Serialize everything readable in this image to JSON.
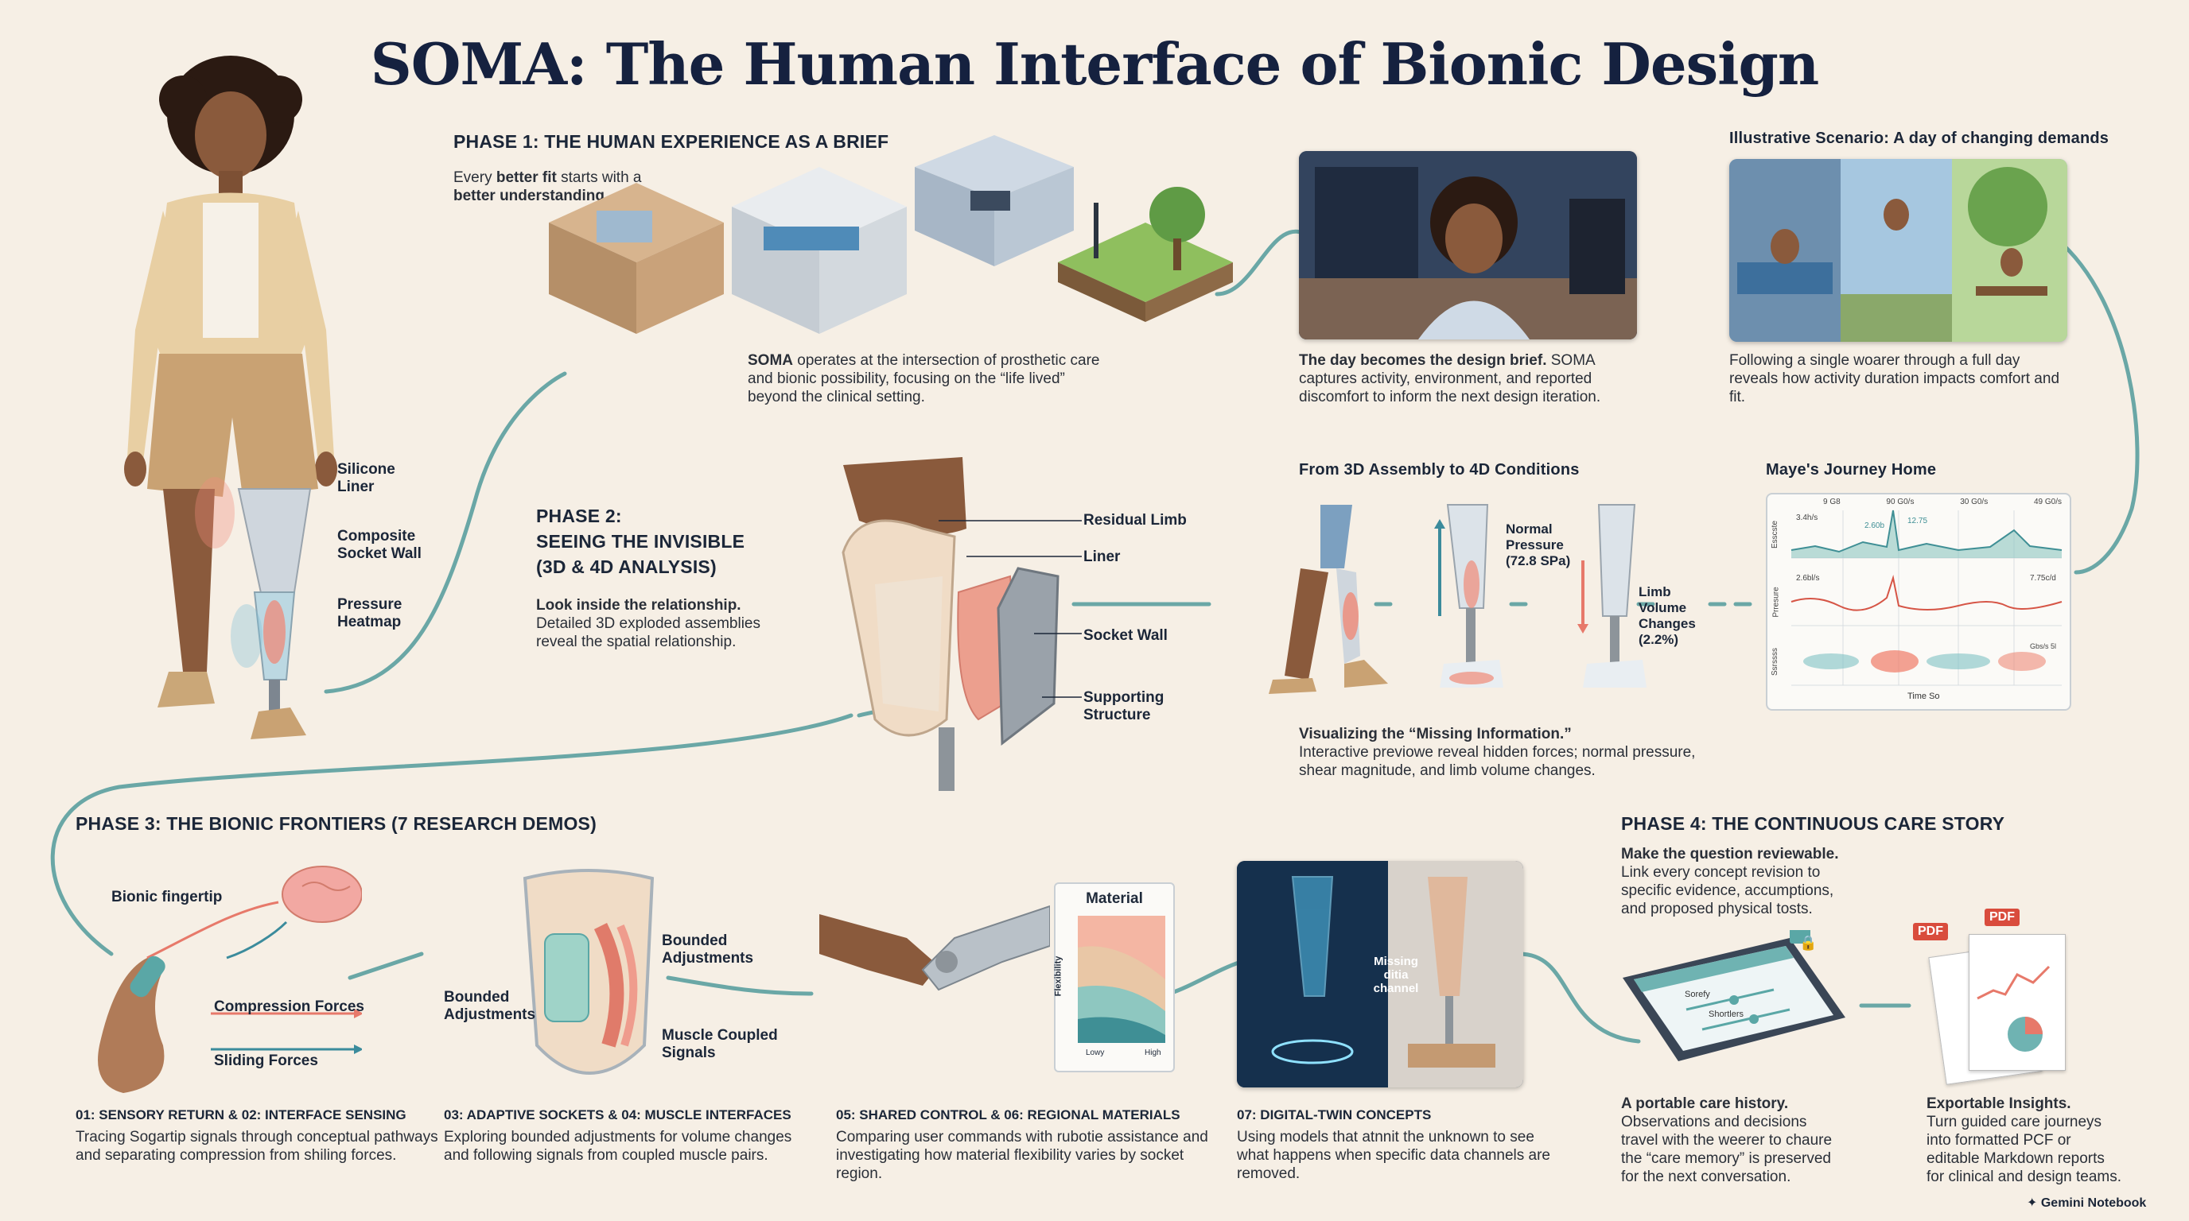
{
  "title": "SOMA: The Human Interface of Bionic Design",
  "phase1": {
    "heading": "PHASE 1: THE HUMAN EXPERIENCE AS A BRIEF",
    "intro_pre": "Every ",
    "intro_bold1": "better fit",
    "intro_mid": " starts with a",
    "intro_bold2": "better understanding.",
    "soma_bold": "SOMA",
    "soma_text": " operates at the intersection of prosthetic care and bionic possibility, focusing on the “life lived” beyond the clinical setting.",
    "day_bold": "The day becomes the design brief.",
    "day_text": " SOMA captures activity, environment, and reported discomfort to inform the next design iteration.",
    "scenario_heading": "Illustrative Scenario: A day of changing demands",
    "scenario_text": "Following a single woarer through a full day reveals how activity duration impacts comfort and fit."
  },
  "figure_labels": {
    "silicone": "Silicone Liner",
    "composite": "Composite Socket Wall",
    "heatmap": "Pressure Heatmap"
  },
  "phase2": {
    "heading_line1": "PHASE 2:",
    "heading_line2": "SEEING THE INVISIBLE",
    "heading_line3": "(3D & 4D ANALYSIS)",
    "look_bold": "Look inside the relationship.",
    "look_text": "Detailed 3D exploded assemblies reveal the spatial relationship.",
    "labels": {
      "residual": "Residual Limb",
      "liner": "Liner",
      "socket": "Socket Wall",
      "supporting": "Supporting Structure"
    },
    "assembly_heading": "From 3D Assembly to 4D Conditions",
    "normal_pressure": "Normal Pressure (72.8 SPa)",
    "limb_volume": "Limb Volume Changes (2.2%)",
    "missing_bold": "Visualizing the “Missing Information.”",
    "missing_text": "Interactive previowe reveal hidden forces; normal pressure, shear magnitude, and limb volume changes.",
    "journey_heading": "Maye's Journey Home",
    "journey_chart": {
      "top_ticks": [
        "9 G8",
        "90 G0/s",
        "30 G0/s",
        "49 G0/s"
      ],
      "row_labels": [
        "Esscste",
        "Prresure",
        "Ssrssss"
      ],
      "annotations": [
        "3.4h/s",
        "2.60b",
        "12.75",
        "2.6bl/s",
        "7.75c/d",
        "Gbs/s 5l"
      ],
      "x_label": "Time So"
    }
  },
  "phase3": {
    "heading": "PHASE 3: THE BIONIC FRONTIERS (7 RESEARCH DEMOS)",
    "labels": {
      "fingertip": "Bionic fingertip",
      "compression": "Compression Forces",
      "sliding": "Sliding Forces",
      "bounded_right": "Bounded Adjustments",
      "bounded_left": "Bounded Adjustments",
      "muscle": "Muscle Coupled Signals",
      "material": "Material",
      "flexibility": "Flexibility",
      "low": "Lowy",
      "high": "High",
      "missing_channel": "Missing ditia channel"
    },
    "demos": [
      {
        "title": "01: SENSORY RETURN & 02: INTERFACE SENSING",
        "text": "Tracing Sogartip signals through conceptual pathways and separating compression from shiling forces."
      },
      {
        "title": "03: ADAPTIVE SOCKETS & 04: MUSCLE INTERFACES",
        "text": "Exploring bounded adjustments for volume changes and following signals from coupled muscle pairs."
      },
      {
        "title": "05: SHARED CONTROL & 06: REGIONAL MATERIALS",
        "text": "Comparing user commands with rubotie assistance and investigating how material flexibility varies by socket region."
      },
      {
        "title": "07: DIGITAL-TWIN CONCEPTS",
        "text": "Using models that atnnit the unknown to see what happens when specific data channels are removed."
      }
    ]
  },
  "phase4": {
    "heading": "PHASE 4: THE CONTINUOUS CARE STORY",
    "review_bold": "Make the question reviewable.",
    "review_text": "Link every concept revision to specific evidence, accumptions, and proposed physical tosts.",
    "portable_bold": "A portable care history.",
    "portable_text": "Observations and decisions travel with the weerer to chaure the “care memory” is preserved for the next conversation.",
    "export_bold": "Exportable Insights.",
    "export_text": "Turn guided care journeys into formatted PCF or editable Markdown reports for clinical and design teams.",
    "pdf": "PDF",
    "tablet_items": [
      "Sorefy",
      "Shortlers"
    ]
  },
  "footer": "Gemini Notebook",
  "colors": {
    "teal": "#6aa7a6",
    "navy": "#15213f",
    "bg": "#f6efe5",
    "coral": "#e7796a"
  }
}
